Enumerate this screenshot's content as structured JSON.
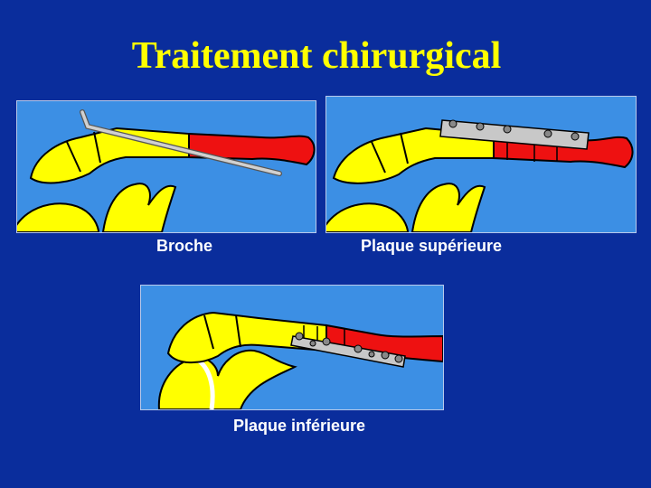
{
  "slide": {
    "title": "Traitement chirurgical"
  },
  "panels": [
    {
      "caption": "Broche"
    },
    {
      "caption": "Plaque supérieure"
    },
    {
      "caption": "Plaque inférieure"
    }
  ],
  "colors": {
    "background": "#0a2d9c",
    "title": "#ffff00",
    "panel": "#3c8fe4",
    "bone": "#ffff00",
    "fracture": "#ee1111",
    "implant": "#c8c8c8"
  }
}
